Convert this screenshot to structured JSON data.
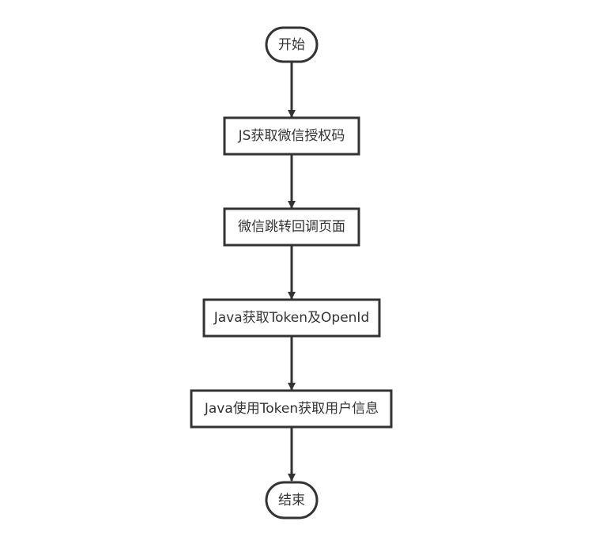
{
  "diagram": {
    "type": "flowchart",
    "colors": {
      "stroke": "#333333",
      "fill": "#ffffff",
      "text": "#333333"
    },
    "nodes": [
      {
        "id": "start",
        "shape": "terminal",
        "label": "开始"
      },
      {
        "id": "step1",
        "shape": "process",
        "label": "JS获取微信授权码"
      },
      {
        "id": "step2",
        "shape": "process",
        "label": "微信跳转回调页面"
      },
      {
        "id": "step3",
        "shape": "process",
        "label": "Java获取Token及OpenId"
      },
      {
        "id": "step4",
        "shape": "process",
        "label": "Java使用Token获取用户信息"
      },
      {
        "id": "end",
        "shape": "terminal",
        "label": "结束"
      }
    ],
    "edges": [
      {
        "from": "start",
        "to": "step1"
      },
      {
        "from": "step1",
        "to": "step2"
      },
      {
        "from": "step2",
        "to": "step3"
      },
      {
        "from": "step3",
        "to": "step4"
      },
      {
        "from": "step4",
        "to": "end"
      }
    ]
  }
}
